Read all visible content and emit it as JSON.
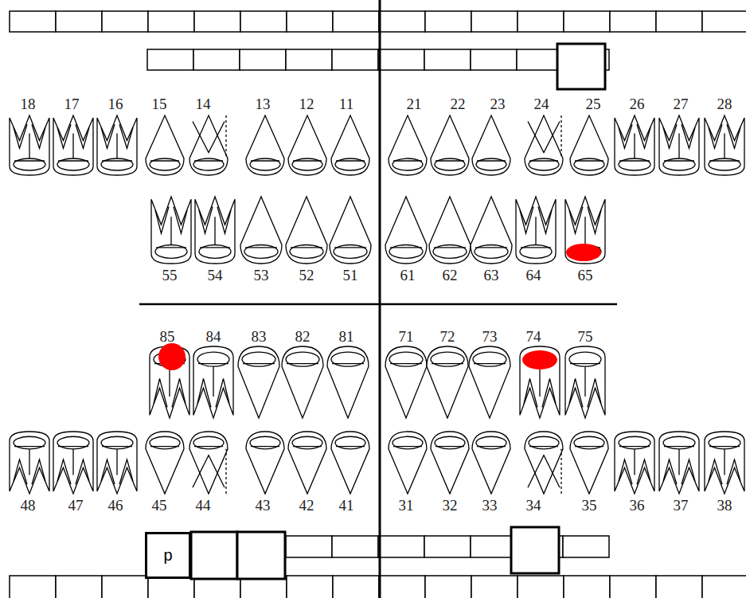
{
  "diagram": {
    "nodes": [
      {
        "text": [
          "p"
        ]
      }
    ],
    "labels": [
      "18",
      "17",
      "16",
      "15",
      "14",
      "13",
      "12",
      "11",
      "21",
      "22",
      "23",
      "24",
      "25",
      "26",
      "27",
      "28",
      "55",
      "54",
      "53",
      "52",
      "51",
      "61",
      "62",
      "63",
      "64",
      "65",
      "85",
      "84",
      "83",
      "82",
      "81",
      "71",
      "72",
      "73",
      "74",
      "75",
      "48",
      "47",
      "46",
      "45",
      "44",
      "43",
      "42",
      "41",
      "31",
      "32",
      "33",
      "34",
      "35",
      "36",
      "37",
      "38"
    ]
  }
}
